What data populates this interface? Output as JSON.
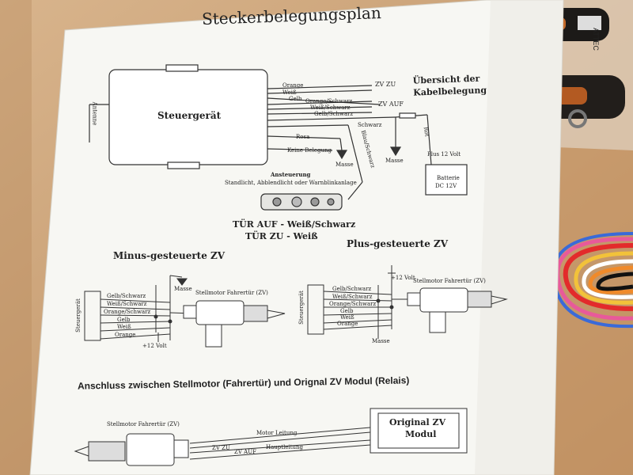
{
  "title": "Steckerbelegungsplan",
  "overview_title": "Übersicht der Kabelbelegung",
  "unit": {
    "label": "Steuergerät",
    "antenna": "Antenne"
  },
  "wires_main": [
    "Orange",
    "Weiß",
    "Gelb",
    "Orange/Schwarz",
    "Weiß/Schwarz",
    "Gelb/Schwarz",
    "Schwarz",
    "Rosa",
    "Keine Belegung",
    "Blau/Schwarz",
    "Rot"
  ],
  "zv_zu": "ZV ZU",
  "zv_auf": "ZV AUF",
  "masse": "Masse",
  "plus12": "Plus 12 Volt",
  "battery": {
    "line1": "Batterie",
    "line2": "DC 12V"
  },
  "ansteuerung": {
    "title": "Ansteuerung",
    "desc": "Standlicht, Abblendlicht oder Warnblinkanlage"
  },
  "door": {
    "open": "TÜR AUF - Weiß/Schwarz",
    "close": "TÜR ZU - Weiß"
  },
  "minus": {
    "title": "Minus-gesteuerte ZV",
    "side": "Steuergerät",
    "wires": [
      "Gelb/Schwarz",
      "Weiß/Schwarz",
      "Orange/Schwarz",
      "Gelb",
      "Weiß",
      "Orange"
    ],
    "masse": "Masse",
    "motor": "Stellmotor Fahrertür (ZV)",
    "plus": "+12 Volt"
  },
  "plus": {
    "title": "Plus-gesteuerte ZV",
    "side": "Steuergerät",
    "wires": [
      "Gelb/Schwarz",
      "Weiß/Schwarz",
      "Orange/Schwarz",
      "Gelb",
      "Weiß",
      "Orange"
    ],
    "masse": "Masse",
    "motor": "Stellmotor Fahrertür (ZV)",
    "plus": "+12 Volt"
  },
  "connection": {
    "title": "Anschluss zwischen Stellmotor (Fahrertür) und Orignal ZV Modul (Relais)",
    "motor": "Stellmotor Fahrertür (ZV)",
    "module_line1": "Original ZV",
    "module_line2": "Modul",
    "motor_leitung": "Motor Leitung",
    "haupt_leitung": "Hauptleitung",
    "zv_zu": "ZV ZU",
    "zv_auf": "ZV AUF"
  },
  "remote_label": "ATTEC"
}
